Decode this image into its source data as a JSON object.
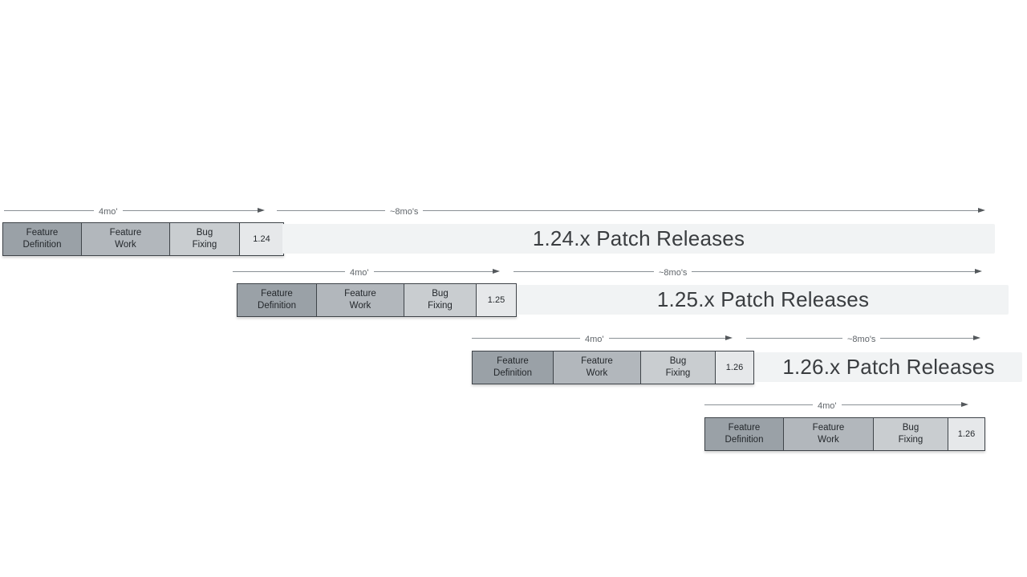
{
  "colors": {
    "feature-definition": "#9aa1a7",
    "feature-work": "#b2b7bc",
    "bug-fixing": "#c9cdd0",
    "version-box": "#e6e8ea",
    "patch-bar": "#f1f3f4",
    "box-border": "#3f4449",
    "box-text": "#24282c",
    "arrow-line": "#8a9095",
    "arrow-head": "#54585c",
    "duration-text": "#5f6469",
    "patch-text": "#3a3d40"
  },
  "rows": [
    {
      "version": "1.24",
      "feature_definition": "Feature\nDefinition",
      "feature_work": "Feature\nWork",
      "bug_fixing": "Bug\nFixing",
      "dev_duration": "4mo'",
      "patch_duration": "~8mo's",
      "patch_releases": "1.24.x Patch Releases"
    },
    {
      "version": "1.25",
      "feature_definition": "Feature\nDefinition",
      "feature_work": "Feature\nWork",
      "bug_fixing": "Bug\nFixing",
      "dev_duration": "4mo'",
      "patch_duration": "~8mo's",
      "patch_releases": "1.25.x Patch Releases"
    },
    {
      "version": "1.26",
      "feature_definition": "Feature\nDefinition",
      "feature_work": "Feature\nWork",
      "bug_fixing": "Bug\nFixing",
      "dev_duration": "4mo'",
      "patch_duration": "~8mo's",
      "patch_releases": "1.26.x Patch Releases"
    },
    {
      "version": "1.26",
      "feature_definition": "Feature\nDefinition",
      "feature_work": "Feature\nWork",
      "bug_fixing": "Bug\nFixing",
      "dev_duration": "4mo'"
    }
  ]
}
